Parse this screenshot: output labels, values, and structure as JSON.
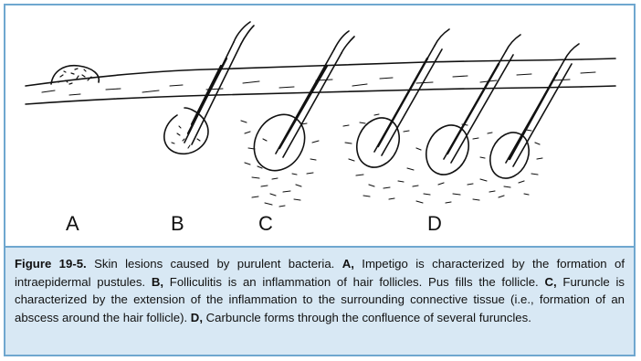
{
  "diagram": {
    "labels": [
      "A",
      "B",
      "C",
      "D"
    ]
  },
  "caption": {
    "figure_number": "Figure 19-5.",
    "intro": " Skin lesions caused by purulent bacteria. ",
    "a_key": "A,",
    "a_text": " Impetigo is characterized by the formation of intraepidermal pustules. ",
    "b_key": "B,",
    "b_text": " Folliculitis is an inflammation of hair follicles. Pus fills the follicle. ",
    "c_key": "C,",
    "c_text": " Furuncle is characterized by the extension of the inflammation to the surrounding connective tissue (i.e., formation of an abscess around the hair follicle). ",
    "d_key": "D,",
    "d_text": " Carbuncle forms through the confluence of several furuncles."
  }
}
